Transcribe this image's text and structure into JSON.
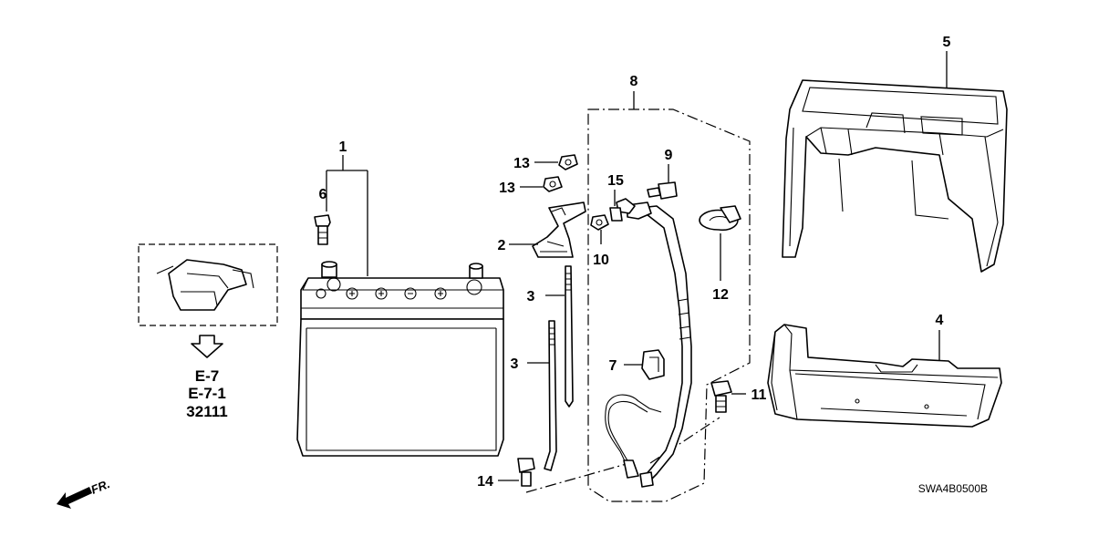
{
  "callouts": {
    "c1": "1",
    "c2": "2",
    "c3a": "3",
    "c3b": "3",
    "c4": "4",
    "c5": "5",
    "c6": "6",
    "c7": "7",
    "c8": "8",
    "c9": "9",
    "c10": "10",
    "c11": "11",
    "c12": "12",
    "c13a": "13",
    "c13b": "13",
    "c14": "14",
    "c15": "15"
  },
  "reference_box": {
    "lines": [
      "E-7",
      "E-7-1",
      "32111"
    ]
  },
  "direction_marker": {
    "label": "FR."
  },
  "diagram_code": "SWA4B0500B"
}
